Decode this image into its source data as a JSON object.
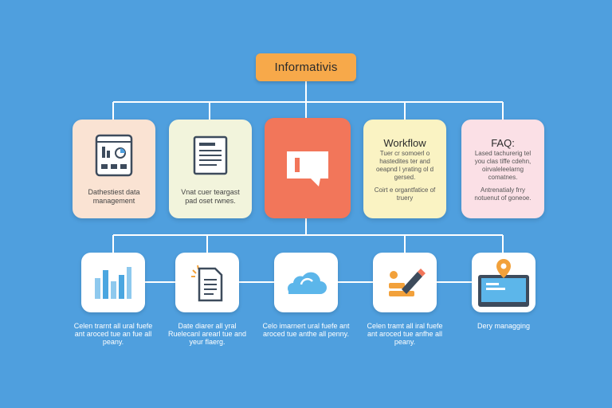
{
  "title": "Informativis",
  "cards": [
    {
      "caption": "Dathestiest data management",
      "color": "#fae3d3"
    },
    {
      "caption": "Vnat cuer teargast pad oset rwnes.",
      "color": "#f2f4dc"
    },
    {
      "caption": "",
      "color": "#f2765a"
    },
    {
      "title": "Workflow",
      "body1": "Tuer cr somoerl o hastedites ter and oeapnd l yrating ol d gersed.",
      "body2": "Coirt e organtfatice of truery",
      "color": "#faf3c3"
    },
    {
      "title": "FAQ:",
      "body1": "Lased tachurerig tel you clas tiffe cdehn, oirvaleleelarng comatnes.",
      "body2": "Antrenatialy frry notuenut of goneoe.",
      "color": "#fbe0e6"
    }
  ],
  "tiles": [
    {
      "caption": "Celen trarnt all ural fuefe ant aroced tue an fue all peany."
    },
    {
      "caption": "Date diarer all yral Ruelecanl arearl tue and yeur flaerg."
    },
    {
      "caption": "Celo imarnert ural fuefe ant aroced tue anthe all penny."
    },
    {
      "caption": "Celen tramt all iral fuefe ant aroced tue anfhe all peany."
    },
    {
      "caption": "Dery managging"
    }
  ]
}
